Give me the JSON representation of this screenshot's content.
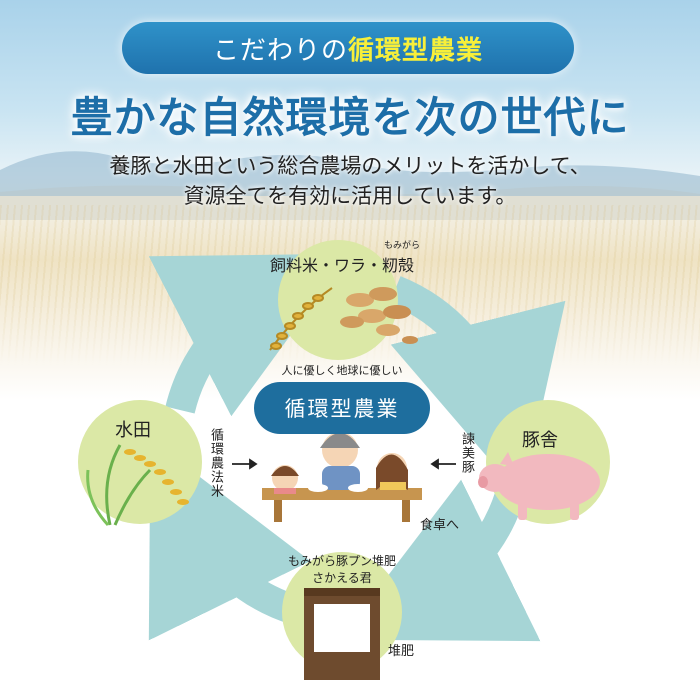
{
  "banner": {
    "prefix": "こだわりの",
    "highlight": "循環型農業"
  },
  "headline": "豊かな自然環境を次の世代に",
  "subtitle": {
    "line1": "養豚と水田という総合農場のメリットを活かして、",
    "line2": "資源全てを有効に活用しています。"
  },
  "nodes": {
    "top": {
      "label": "飼料米・ワラ・籾殻",
      "ruby": "もみがら"
    },
    "left": {
      "label": "水田"
    },
    "right": {
      "label": "豚舎"
    },
    "bottom": {
      "caption1": "もみがら豚プン堆肥",
      "caption2": "さかえる君"
    }
  },
  "center": {
    "tagline": "人に優しく地球に優しい",
    "pill": "循環型農業",
    "left_vertical": "循環農法米",
    "right_vertical": "諫美豚",
    "table_label": "食卓へ",
    "compost_label": "堆肥"
  },
  "colors": {
    "banner": "#1f72ad",
    "headline": "#1d6ea8",
    "circle_arrow": "#a6d5d6",
    "node_green": "#dbe8a6",
    "pill": "#1e6e9e",
    "highlight": "#f7ef3a"
  }
}
